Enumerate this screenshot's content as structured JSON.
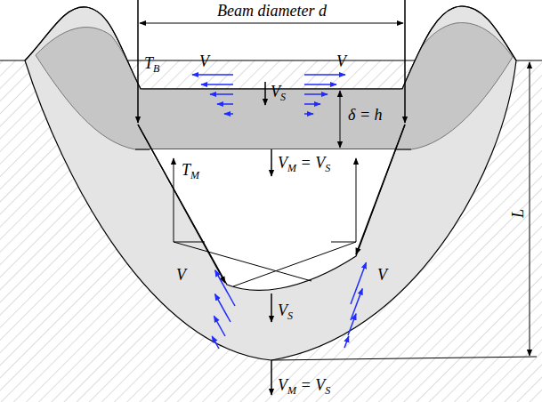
{
  "diagram": {
    "labels": [
      "Beam diameter d",
      "TB",
      "V",
      "V",
      "VS",
      "δ = h",
      "TM",
      "VM = VS",
      "V",
      "V",
      "VS",
      "VM = VS",
      "L"
    ]
  }
}
